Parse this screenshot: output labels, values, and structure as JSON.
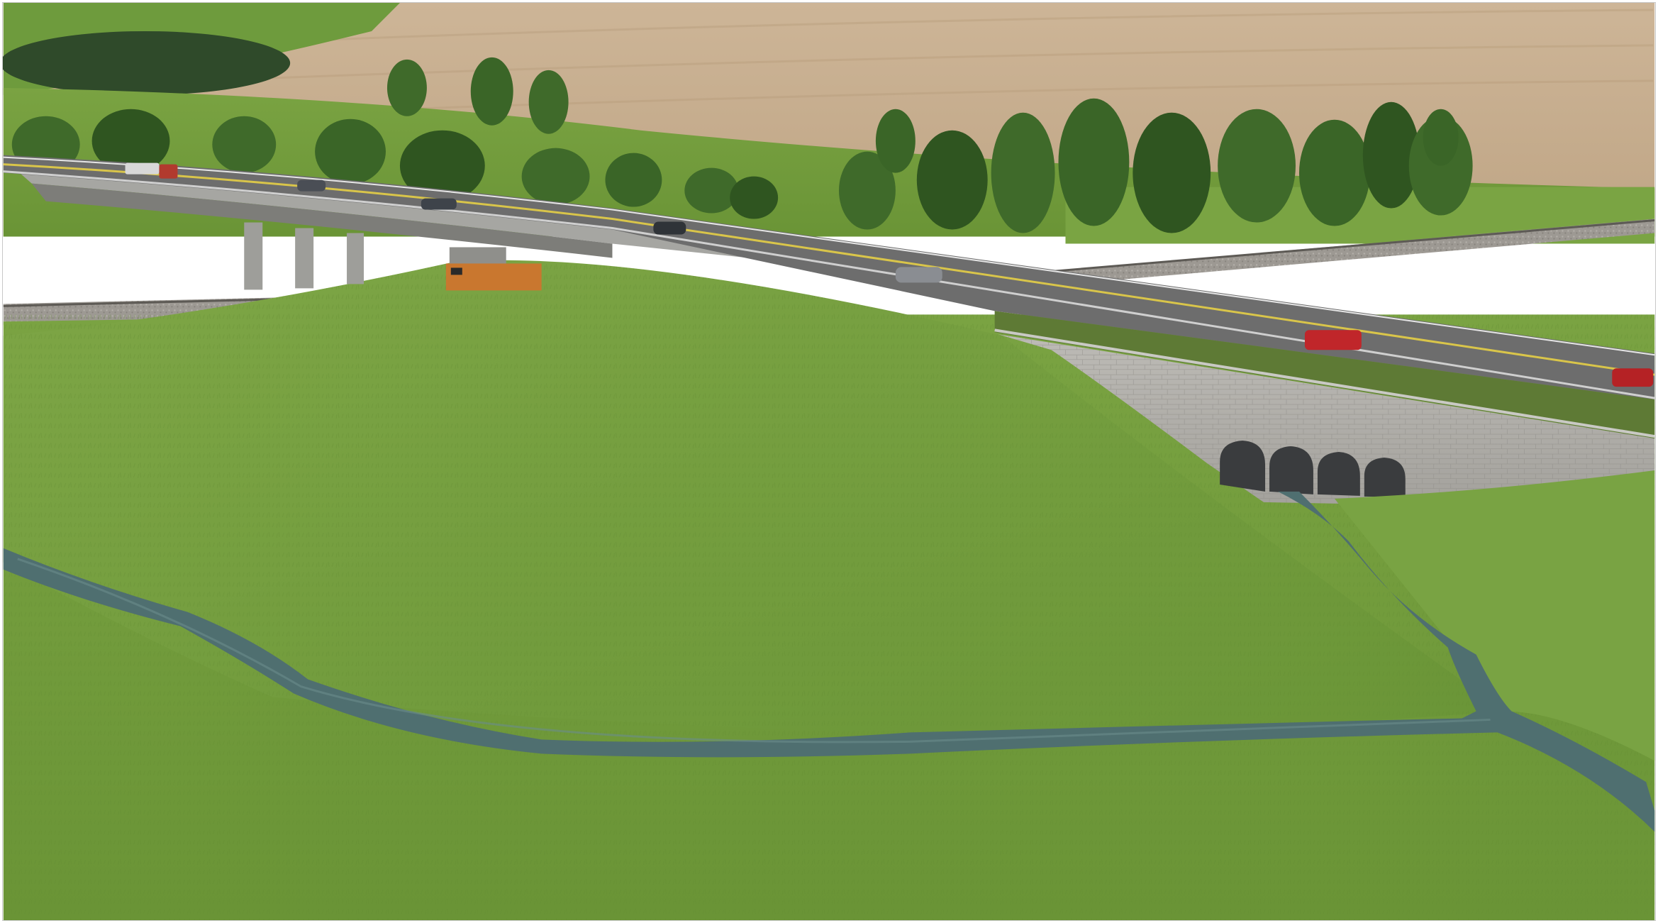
{
  "scene": {
    "colors": {
      "field": "#c8b192",
      "field_dark": "#b79f80",
      "grass": "#6f9a3a",
      "grass_light": "#86ad4b",
      "grass_dark": "#5b8330",
      "tree": "#3f6a2a",
      "tree_dark": "#2f5520",
      "pond": "#2f4a2a",
      "road": "#6d6d6d",
      "road_line": "#d9c54a",
      "concrete": "#a6a6a2",
      "concrete_shadow": "#7d7d79",
      "ballast": "#9b9791",
      "creek": "#4f6f70",
      "wall": "#b4b2ad",
      "culvert": "#3a3c3e"
    },
    "vehicles": [
      {
        "kind": "semi-truck",
        "color": "#b23a2e"
      },
      {
        "kind": "car",
        "color": "#4a4e55"
      },
      {
        "kind": "car",
        "color": "#3e434a"
      },
      {
        "kind": "car",
        "color": "#2f3338"
      },
      {
        "kind": "car",
        "color": "#8a8d92"
      },
      {
        "kind": "pickup-truck",
        "color": "#c0262a"
      },
      {
        "kind": "pickup-truck",
        "color": "#b52225"
      }
    ],
    "train": {
      "kind": "locomotive",
      "color": "#c9772f"
    }
  }
}
